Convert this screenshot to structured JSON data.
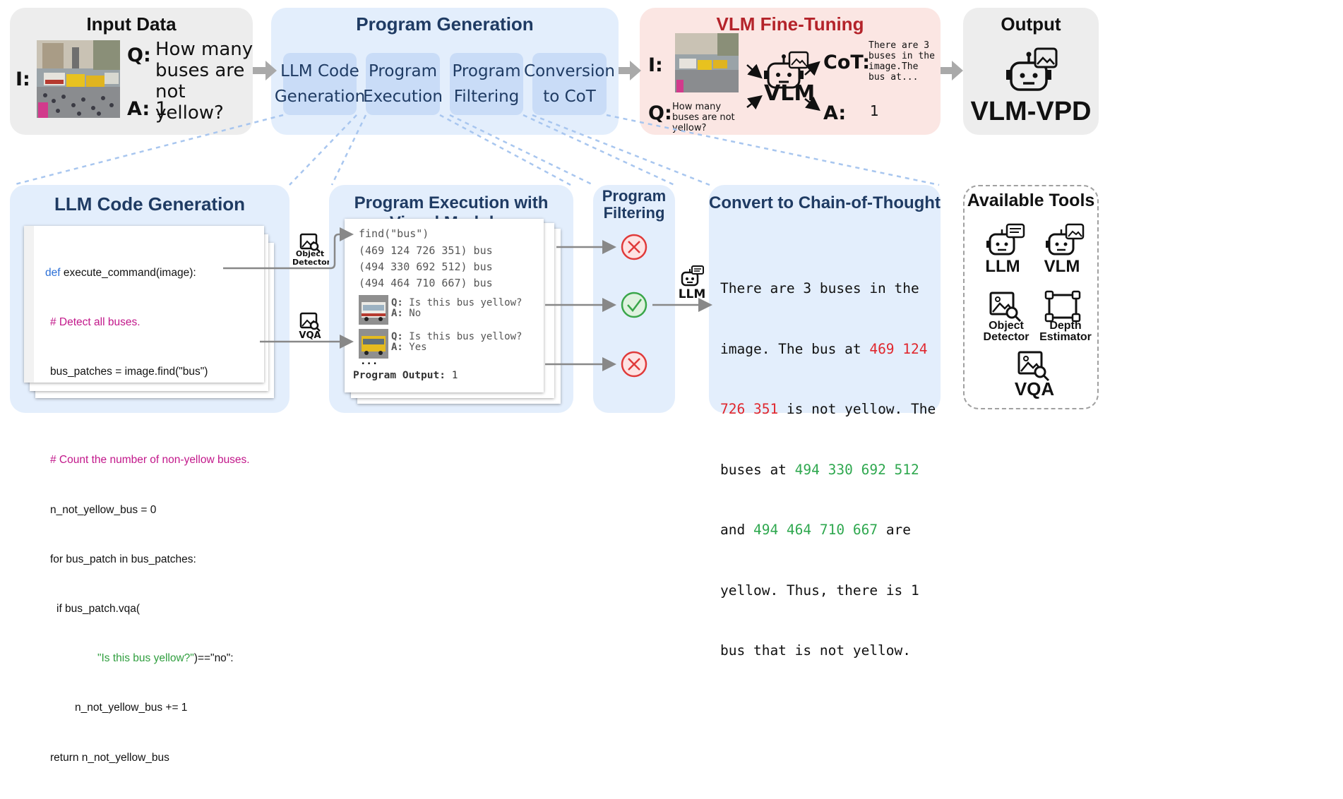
{
  "input": {
    "title": "Input Data",
    "i_label": "I:",
    "q_label": "Q:",
    "question": "How many buses are not yellow?",
    "a_label": "A:",
    "answer": "1"
  },
  "program_generation": {
    "title": "Program Generation",
    "steps": [
      "LLM Code Generation",
      "Program Execution",
      "Program Filtering",
      "Conversion to CoT"
    ]
  },
  "finetune": {
    "title": "VLM Fine-Tuning",
    "i_label": "I:",
    "q_label": "Q:",
    "question": "How many buses are not yellow?",
    "vlm": "VLM",
    "cot_label": "CoT:",
    "cot_text": "There are 3 buses in the image.The bus at...",
    "a_label": "A:",
    "answer": "1"
  },
  "output": {
    "title": "Output",
    "model": "VLM-VPD"
  },
  "code_gen": {
    "title": "LLM Code Generation",
    "lines": [
      {
        "kw": "def",
        "text": " execute_command(image):"
      },
      {
        "comment": "# Detect all buses."
      },
      {
        "text": "bus_patches = image.find(\"bus\")"
      },
      {
        "comment": "# Count the number of non-yellow buses."
      },
      {
        "text": "n_not_yellow_bus = 0"
      },
      {
        "text": "for bus_patch in bus_patches:"
      },
      {
        "text": "if bus_patch.vqa("
      },
      {
        "str": "\"Is this bus yellow?\"",
        "text": ")==\"no\":"
      },
      {
        "text": "n_not_yellow_bus += 1"
      },
      {
        "text": "return n_not_yellow_bus"
      }
    ],
    "tool1": "Object Detector",
    "tool2": "VQA"
  },
  "execution": {
    "title": "Program Execution with Visual Modules",
    "find": "find(\"bus\")",
    "boxes": [
      "(469 124 726 351) bus",
      "(494 330 692 512) bus",
      "(494 464 710 667) bus"
    ],
    "qa": [
      {
        "q": "Is this bus yellow?",
        "a": "No"
      },
      {
        "q": "Is this bus yellow?",
        "a": "Yes"
      }
    ],
    "q_label": "Q:",
    "a_label": "A:",
    "ellipsis": "...",
    "output_label": "Program Output:",
    "output_value": "1"
  },
  "filtering": {
    "title": "Program Filtering"
  },
  "cot": {
    "title": "Convert to Chain-of-Thought",
    "llm": "LLM",
    "lines": [
      [
        "There are 3 buses in the"
      ],
      [
        "image. The bus at ",
        "469 124"
      ],
      [
        "726 351",
        " is not yellow. The"
      ],
      [
        "buses at ",
        "494 330 692 512"
      ],
      [
        "and ",
        "494 464 710 667",
        " are"
      ],
      [
        "yellow. Thus, there is 1"
      ],
      [
        "bus that is not yellow."
      ]
    ]
  },
  "tools": {
    "title": "Available Tools",
    "items": [
      "LLM",
      "VLM",
      "Object Detector",
      "Depth Estimator",
      "VQA"
    ]
  },
  "colors": {
    "red_coord": "#e0262d",
    "green_coord": "#2fa84f",
    "navy": "#1f3b63",
    "fail": "#e03a3a",
    "pass": "#3aa64a",
    "magenta": "#c2178a",
    "keyword": "#2b6fd6",
    "string": "#2f9e3e"
  }
}
